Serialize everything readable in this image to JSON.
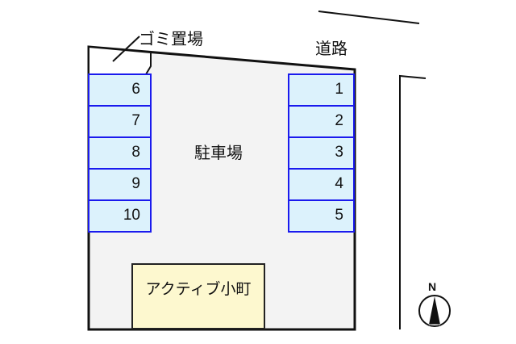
{
  "labels": {
    "garbage_area": "ゴミ置場",
    "road": "道路",
    "parking_lot": "駐車場",
    "building": "アクティブ小町",
    "north": "N"
  },
  "parking_slots": {
    "left": [
      "6",
      "7",
      "8",
      "9",
      "10"
    ],
    "right": [
      "1",
      "2",
      "3",
      "4",
      "5"
    ]
  },
  "colors": {
    "slot_fill": "#dcf2fc",
    "slot_border": "#1a1aee",
    "building_fill": "#fdf8cf",
    "lot_fill": "#f3f3f3"
  },
  "icons": {
    "compass": "north-arrow-icon"
  }
}
